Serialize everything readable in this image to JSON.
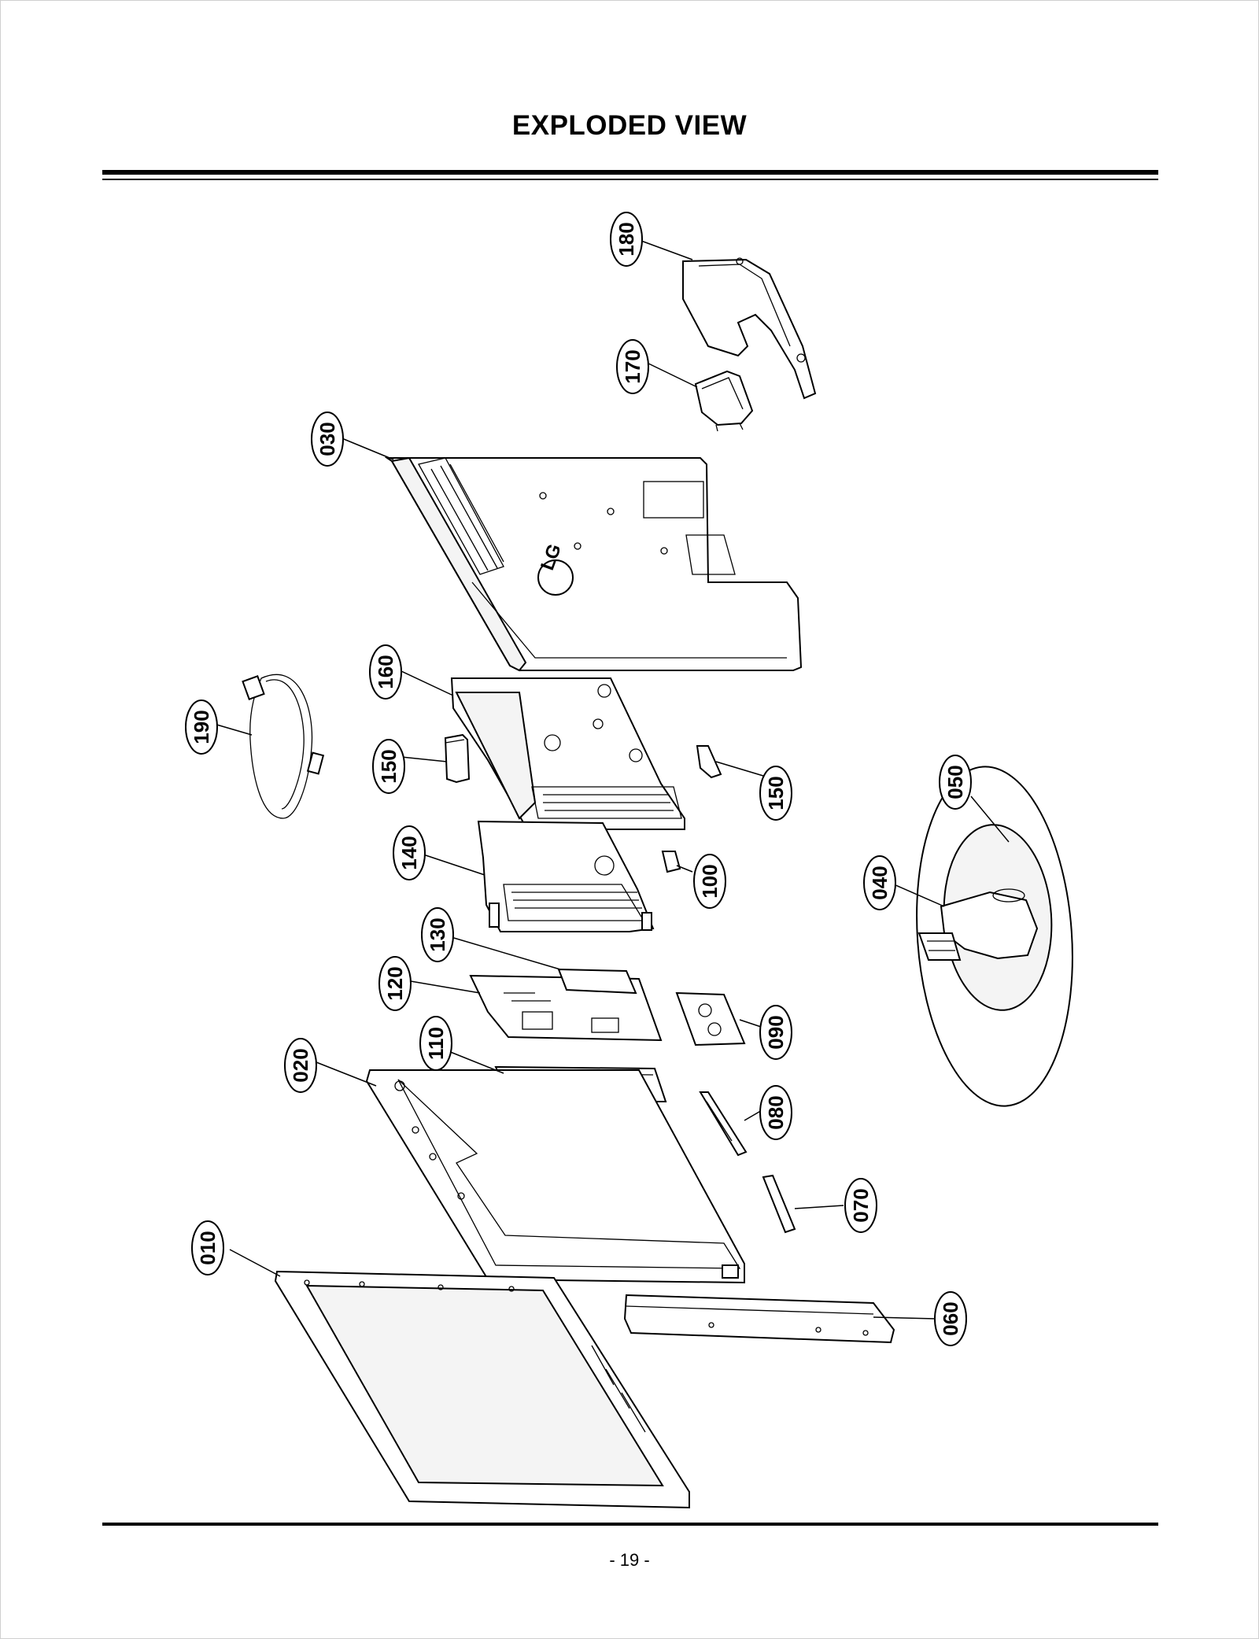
{
  "page": {
    "title": "EXPLODED VIEW",
    "page_number": "- 19 -"
  },
  "diagram": {
    "logo_text": "LG",
    "parts": [
      {
        "id": "010"
      },
      {
        "id": "020"
      },
      {
        "id": "030"
      },
      {
        "id": "040"
      },
      {
        "id": "050"
      },
      {
        "id": "060"
      },
      {
        "id": "070"
      },
      {
        "id": "080"
      },
      {
        "id": "090"
      },
      {
        "id": "100"
      },
      {
        "id": "110"
      },
      {
        "id": "120"
      },
      {
        "id": "130"
      },
      {
        "id": "140"
      },
      {
        "id": "150a",
        "label": "150"
      },
      {
        "id": "150b",
        "label": "150"
      },
      {
        "id": "160"
      },
      {
        "id": "170"
      },
      {
        "id": "180"
      },
      {
        "id": "190"
      }
    ],
    "callouts": {
      "c010": "010",
      "c020": "020",
      "c030": "030",
      "c040": "040",
      "c050": "050",
      "c060": "060",
      "c070": "070",
      "c080": "080",
      "c090": "090",
      "c100": "100",
      "c110": "110",
      "c120": "120",
      "c130": "130",
      "c140": "140",
      "c150a": "150",
      "c150b": "150",
      "c160": "160",
      "c170": "170",
      "c180": "180",
      "c190": "190"
    }
  }
}
